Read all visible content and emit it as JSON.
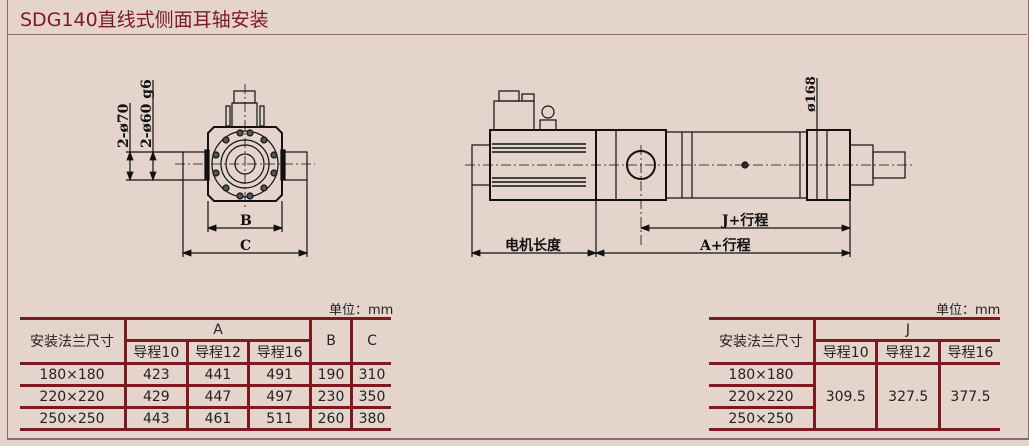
{
  "title": "SDG140直线式侧面耳轴安装",
  "drawing_front": {
    "dim_d70": "2-ø70",
    "dim_d60": "2-ø60 g6",
    "dim_b": "B",
    "dim_c": "C"
  },
  "drawing_side": {
    "dim_d168": "ø168",
    "dim_j": "J+行程",
    "dim_a": "A+行程",
    "dim_motor": "电机长度"
  },
  "table_a": {
    "unit": "单位：mm",
    "col_flange": "安装法兰尺寸",
    "col_a": "A",
    "col_b": "B",
    "col_c": "C",
    "sub": [
      "导程10",
      "导程12",
      "导程16"
    ],
    "rows": [
      {
        "size": "180×180",
        "a10": "423",
        "a12": "441",
        "a16": "491",
        "b": "190",
        "c": "310"
      },
      {
        "size": "220×220",
        "a10": "429",
        "a12": "447",
        "a16": "497",
        "b": "230",
        "c": "350"
      },
      {
        "size": "250×250",
        "a10": "443",
        "a12": "461",
        "a16": "511",
        "b": "260",
        "c": "380"
      }
    ]
  },
  "table_j": {
    "unit": "单位：mm",
    "col_flange": "安装法兰尺寸",
    "col_j": "J",
    "sub": [
      "导程10",
      "导程12",
      "导程16"
    ],
    "sizes": [
      "180×180",
      "220×220",
      "250×250"
    ],
    "values": [
      "309.5",
      "327.5",
      "377.5"
    ]
  }
}
